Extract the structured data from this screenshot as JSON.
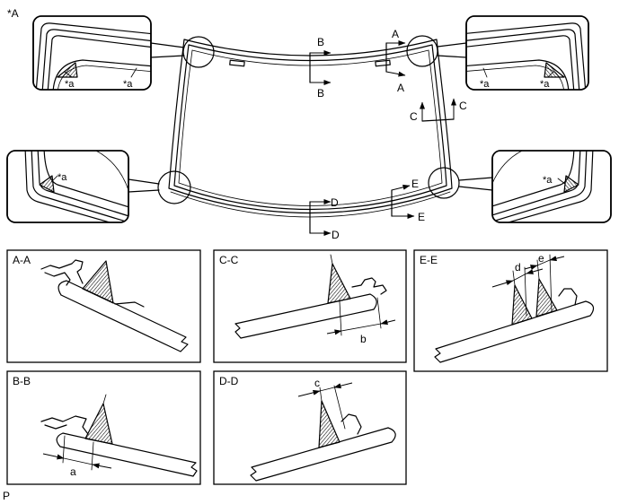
{
  "figure": {
    "view_label": "*A",
    "page_code": "P"
  },
  "callouts": {
    "top_left": {
      "labels": [
        "*a",
        "*a"
      ]
    },
    "top_right": {
      "labels": [
        "*a",
        "*a"
      ]
    },
    "bottom_left": {
      "labels": [
        "*a"
      ]
    },
    "bottom_right": {
      "labels": [
        "*a"
      ]
    }
  },
  "cut_markers": {
    "A": [
      "A",
      "A"
    ],
    "B": [
      "B",
      "B"
    ],
    "C": [
      "C",
      "C"
    ],
    "D": [
      "D",
      "D"
    ],
    "E": [
      "E",
      "E"
    ]
  },
  "sections": {
    "aa": {
      "title": "A-A"
    },
    "bb": {
      "title": "B-B",
      "dimension": "a"
    },
    "cc": {
      "title": "C-C",
      "dimension": "b"
    },
    "dd": {
      "title": "D-D",
      "dimension": "c"
    },
    "ee": {
      "title": "E-E",
      "dimensions": [
        "d",
        "e"
      ]
    }
  }
}
